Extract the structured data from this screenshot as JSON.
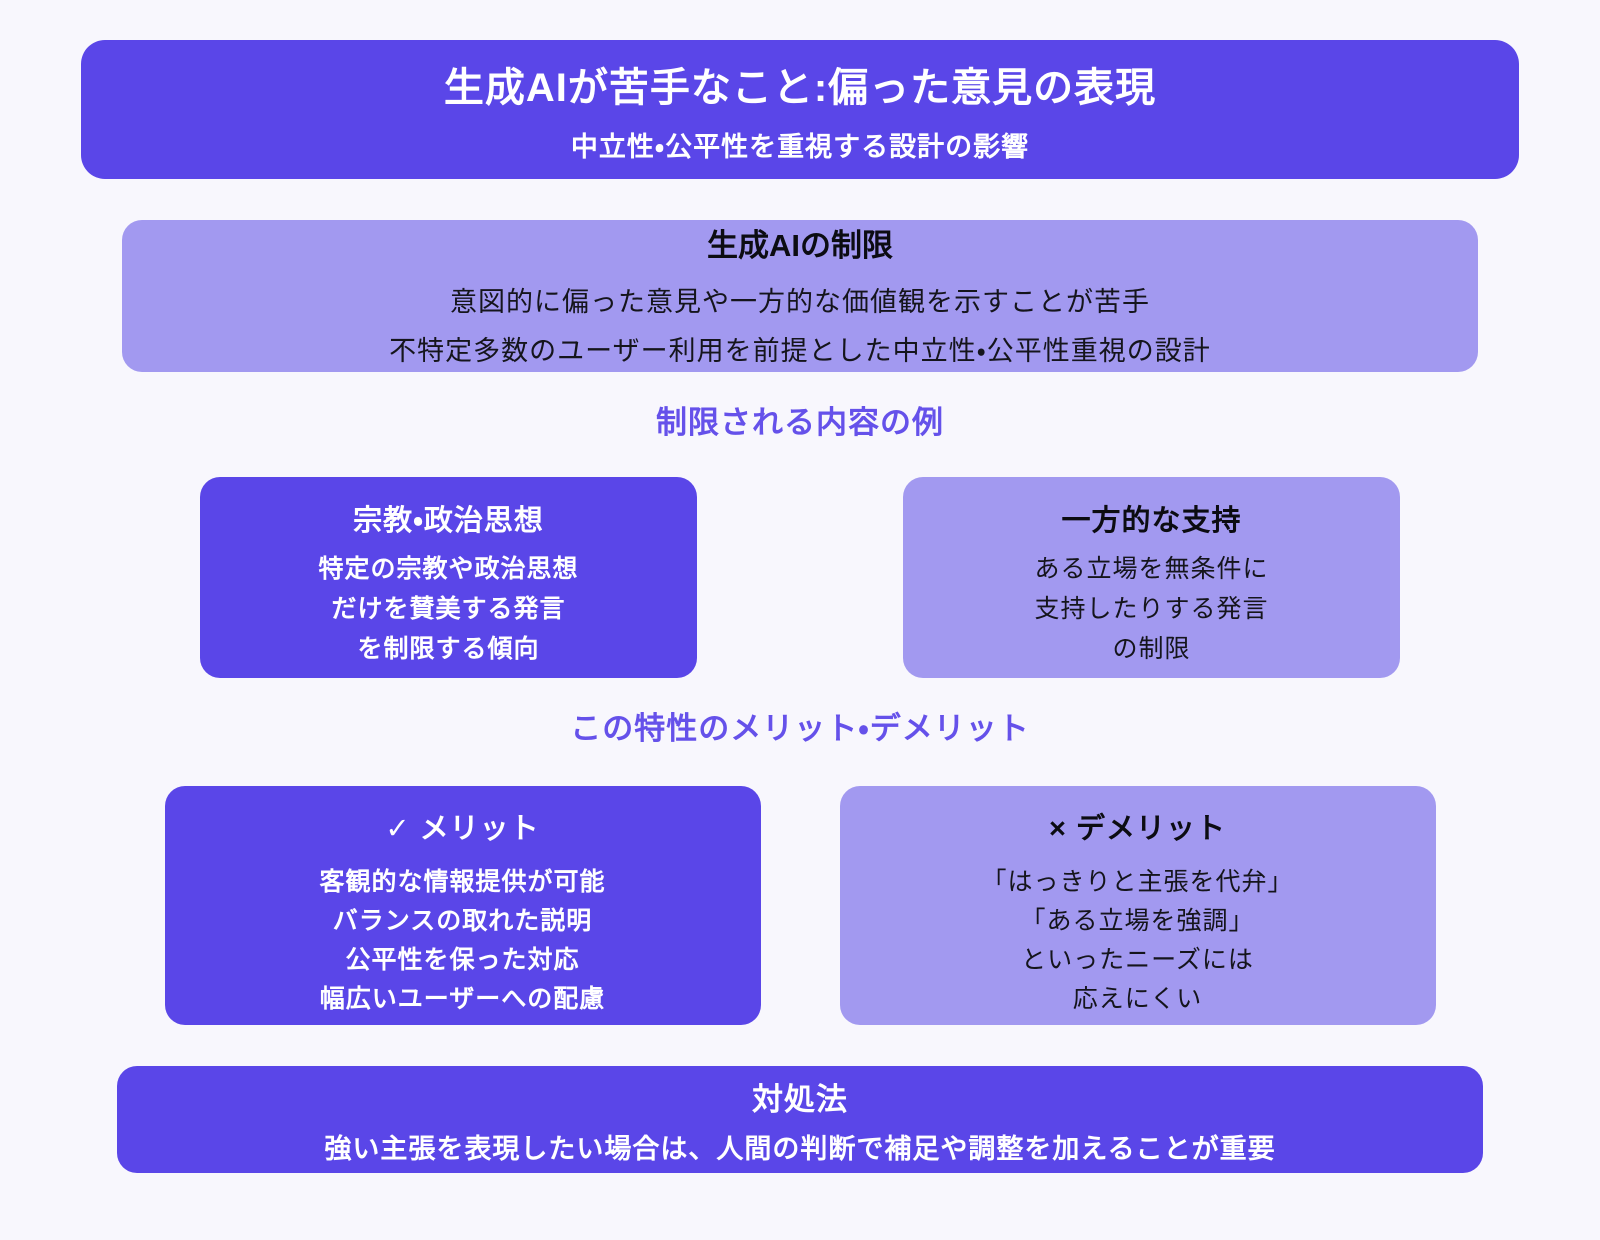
{
  "colors": {
    "background": "#f8f7fd",
    "accent_dark": "#5a46e8",
    "accent_light": "#a299f0",
    "heading_text": "#6551ea"
  },
  "header": {
    "title": "生成AIが苦手なこと:偏った意見の表現",
    "subtitle": "中立性・公平性を重視する設計の影響"
  },
  "limitation": {
    "title": "生成AIの制限",
    "lines": [
      "意図的に偏った意見や一方的な価値観を示すことが苦手",
      "不特定多数のユーザー利用を前提とした中立性・公平性重視の設計"
    ]
  },
  "examples_section": {
    "heading": "制限される内容の例",
    "cards": [
      {
        "title": "宗教・政治思想",
        "lines": [
          "特定の宗教や政治思想",
          "だけを賛美する発言",
          "を制限する傾向"
        ]
      },
      {
        "title": "一方的な支持",
        "lines": [
          "ある立場を無条件に",
          "支持したりする発言",
          "の制限"
        ]
      }
    ]
  },
  "pros_cons_section": {
    "heading": "この特性のメリット・デメリット",
    "cards": [
      {
        "title": "✓ メリット",
        "lines": [
          "客観的な情報提供が可能",
          "バランスの取れた説明",
          "公平性を保った対応",
          "幅広いユーザーへの配慮"
        ]
      },
      {
        "title": "× デメリット",
        "lines": [
          "「はっきりと主張を代弁」",
          "「ある立場を強調」",
          "といったニーズには",
          "応えにくい"
        ]
      }
    ]
  },
  "remedy": {
    "title": "対処法",
    "line": "強い主張を表現したい場合は、人間の判断で補足や調整を加えることが重要"
  }
}
